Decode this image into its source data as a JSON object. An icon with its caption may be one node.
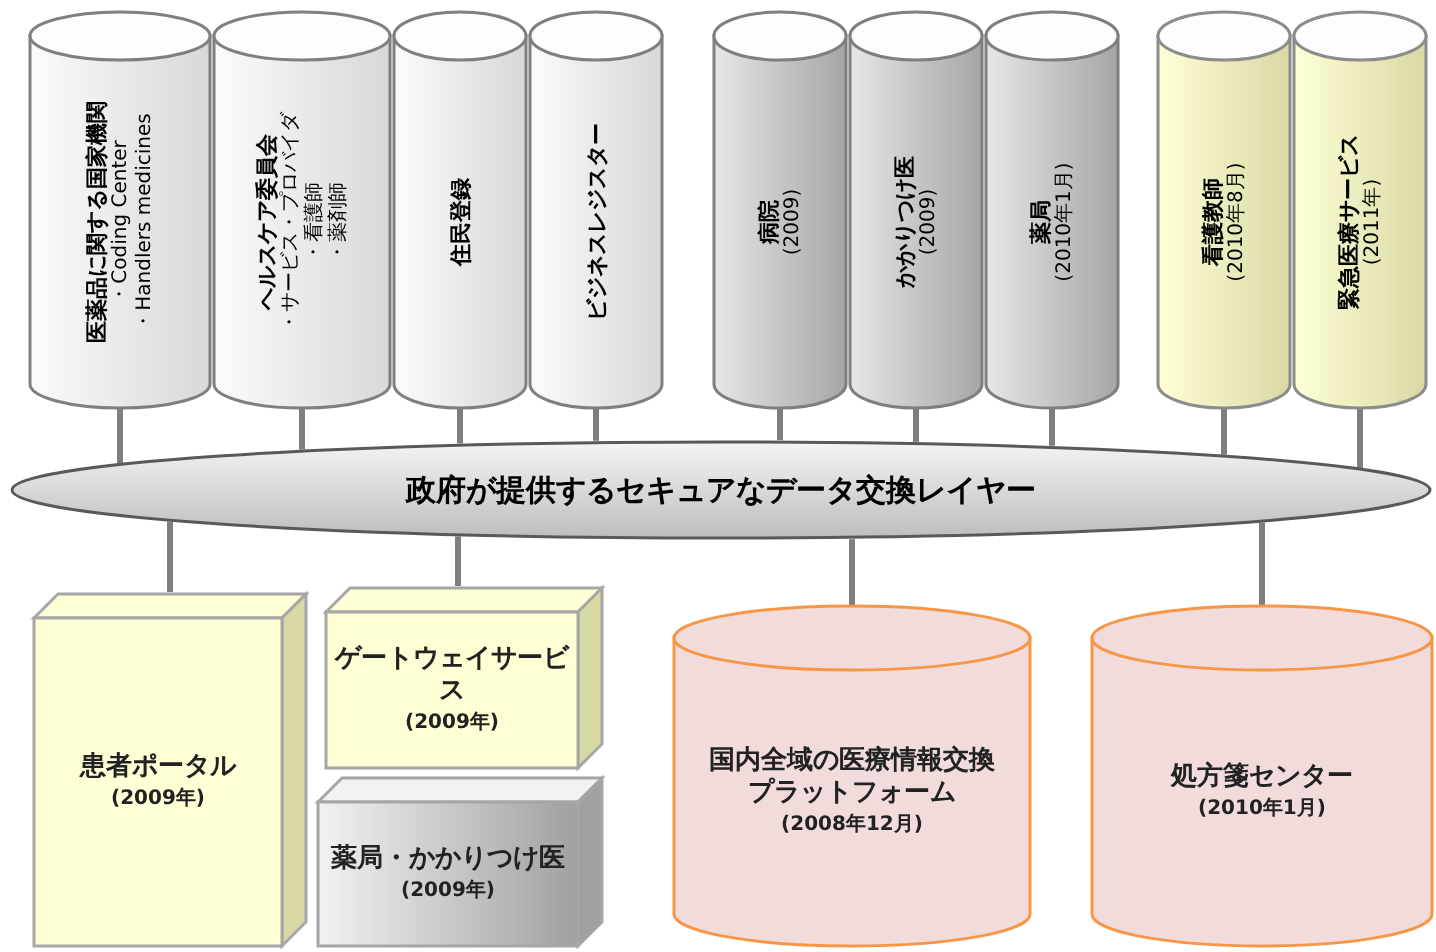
{
  "diagram": {
    "nodes": [
      {
        "text": [
          "医薬品に関する国家機関",
          "・Coding Center",
          "・Handlers medicines"
        ]
      },
      {
        "text": [
          "ヘルスケア委員会",
          "・サービス・プロバイダ",
          "・看護師",
          "・薬剤師"
        ]
      },
      {
        "text": [
          "住民登録"
        ]
      },
      {
        "text": [
          "ビジネスレジスター"
        ]
      },
      {
        "text": [
          "病院",
          "(2009)"
        ]
      },
      {
        "text": [
          "かかりつけ医",
          "(2009)"
        ]
      },
      {
        "text": [
          "薬局",
          "(2010年1月)"
        ]
      },
      {
        "text": [
          "看護教師",
          "(2010年8月)"
        ]
      },
      {
        "text": [
          "緊急医療サービス",
          "(2011年)"
        ]
      },
      {
        "text": [
          "政府が提供するセキュアなデータ交換レイヤー"
        ]
      },
      {
        "text": [
          "患者ポータル",
          "(2009年)"
        ]
      },
      {
        "text": [
          "ゲートウェイサービス",
          "(2009年)"
        ]
      },
      {
        "text": [
          "薬局・かかりつけ医",
          "(2009年)"
        ]
      },
      {
        "text": [
          "国内全域の医療情報交換プラットフォーム",
          "(2008年12月)"
        ]
      },
      {
        "text": [
          "処方箋センター",
          "(2010年1月)"
        ]
      }
    ],
    "edges": [
      {
        "from": 0,
        "to": 9,
        "arrow": "none"
      },
      {
        "from": 1,
        "to": 9,
        "arrow": "none"
      },
      {
        "from": 2,
        "to": 9,
        "arrow": "none"
      },
      {
        "from": 3,
        "to": 9,
        "arrow": "none"
      },
      {
        "from": 4,
        "to": 9,
        "arrow": "none"
      },
      {
        "from": 5,
        "to": 9,
        "arrow": "none"
      },
      {
        "from": 6,
        "to": 9,
        "arrow": "none"
      },
      {
        "from": 7,
        "to": 9,
        "arrow": "none"
      },
      {
        "from": 8,
        "to": 9,
        "arrow": "none"
      },
      {
        "from": 9,
        "to": 10,
        "arrow": "none"
      },
      {
        "from": 9,
        "to": 11,
        "arrow": "none"
      },
      {
        "from": 9,
        "to": 13,
        "arrow": "none"
      },
      {
        "from": 9,
        "to": 14,
        "arrow": "none"
      }
    ]
  }
}
